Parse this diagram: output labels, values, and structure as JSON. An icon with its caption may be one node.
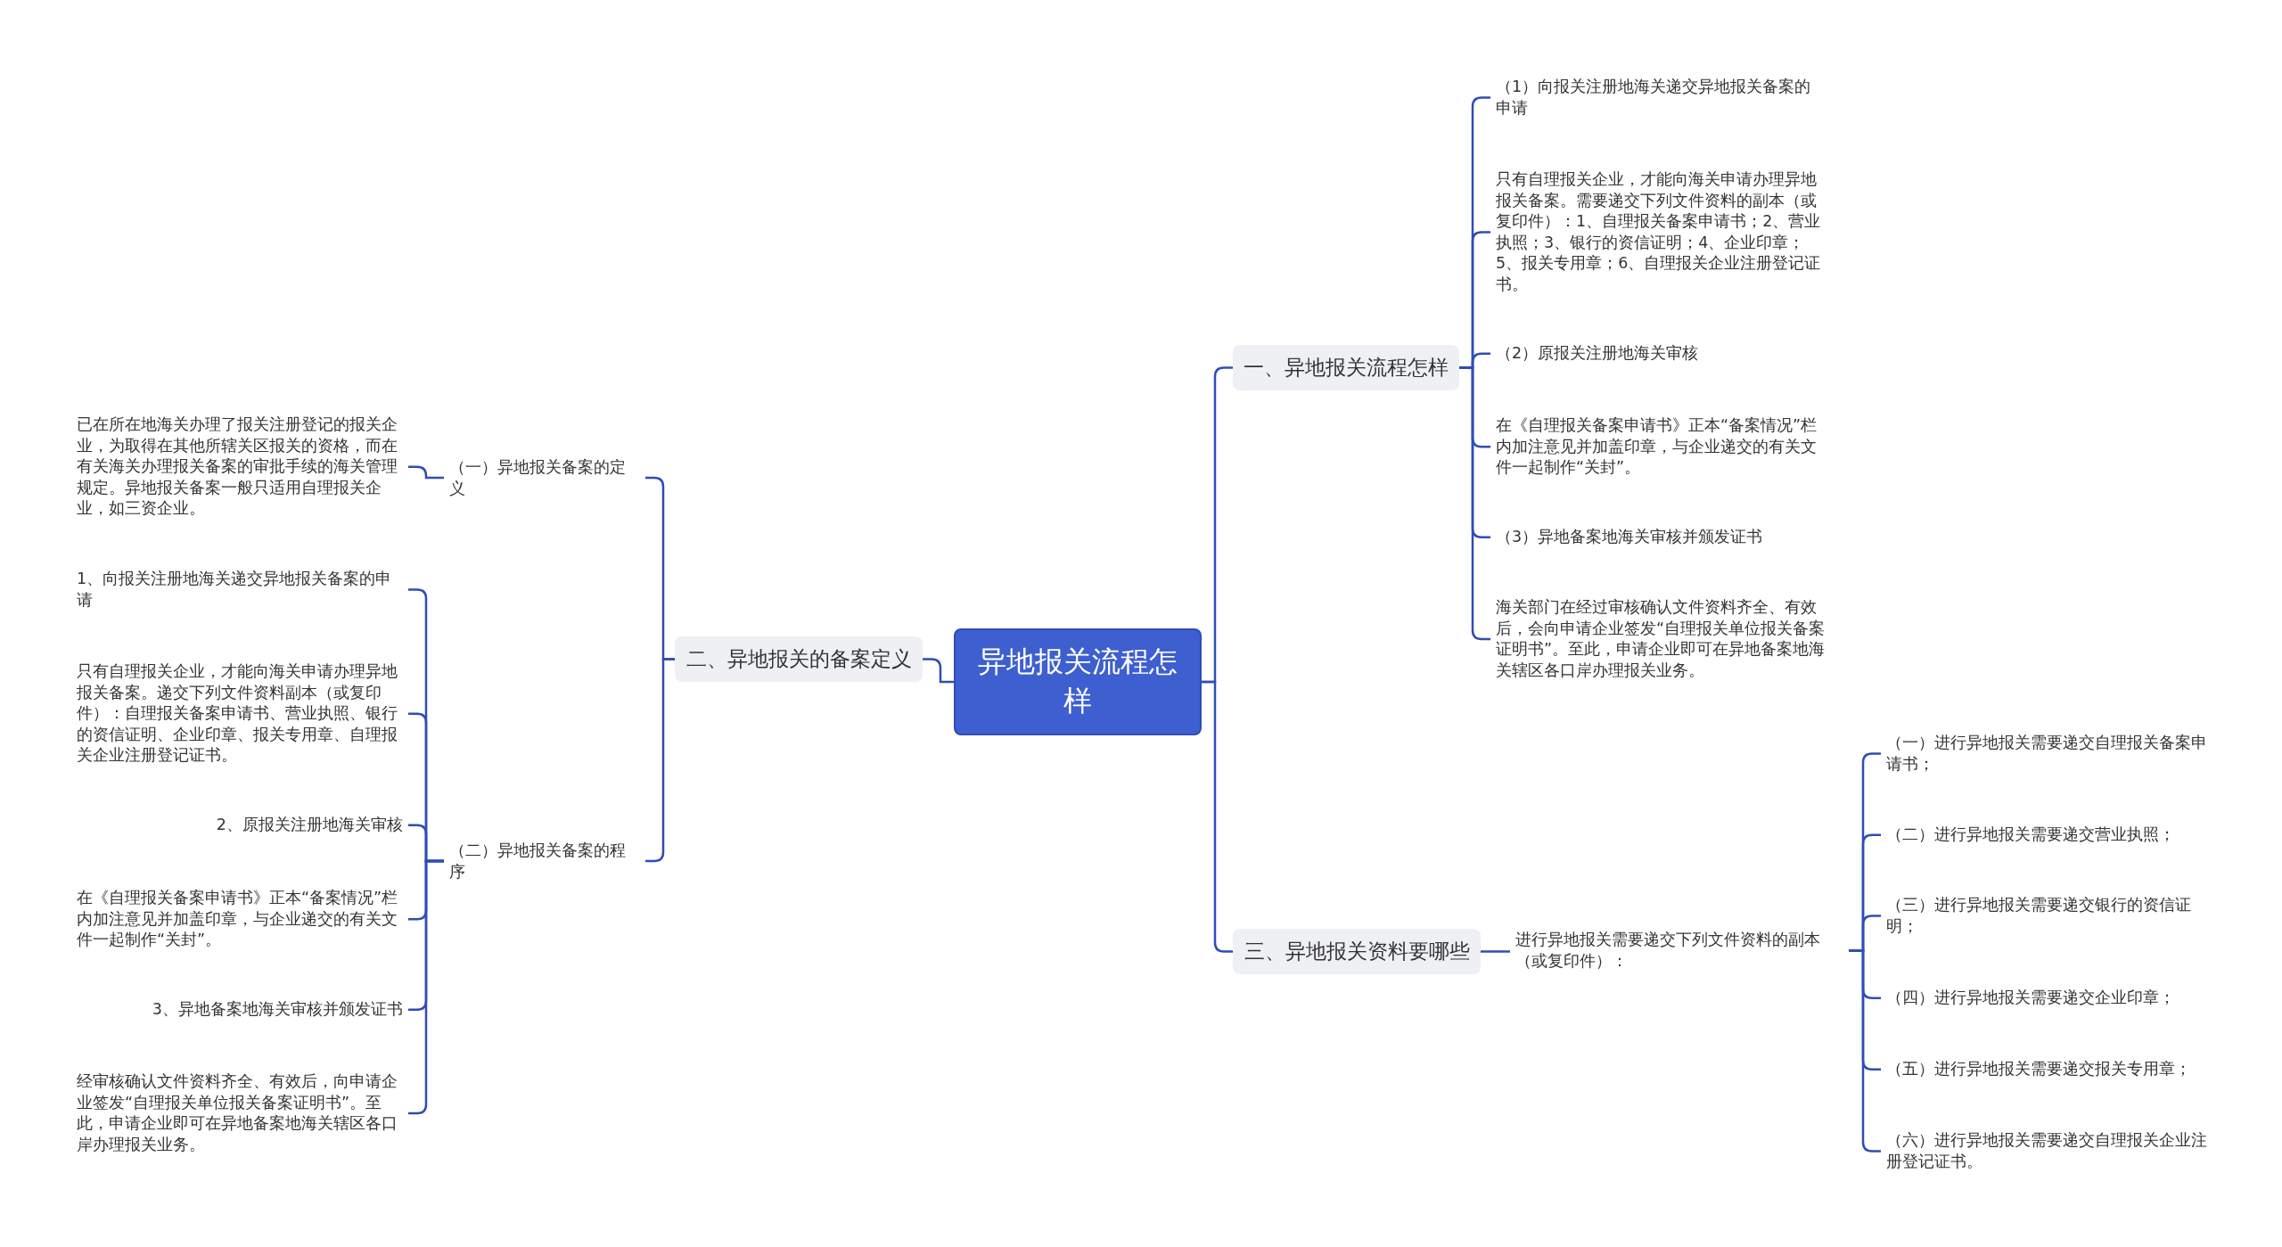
{
  "diagram": {
    "nodes": [
      {
        "text": [
          "异地报关流程怎样"
        ]
      },
      {
        "text": [
          "一、异地报关流程怎样"
        ]
      },
      {
        "text": [
          "（1）向报关注册地海关递交异地报关备案的申请"
        ]
      },
      {
        "text": [
          "只有自理报关企业，才能向海关申请办理异地报关备案。需要递交下列文件资料的副本（或复印件）：1、自理报关备案申请书；2、营业执照；3、银行的资信证明；4、企业印章；5、报关专用章；6、自理报关企业注册登记证书。"
        ]
      },
      {
        "text": [
          "（2）原报关注册地海关审核"
        ]
      },
      {
        "text": [
          "在《自理报关备案申请书》正本“备案情况”栏内加注意见并加盖印章，与企业递交的有关文件一起制作“关封”。"
        ]
      },
      {
        "text": [
          "（3）异地备案地海关审核并颁发证书"
        ]
      },
      {
        "text": [
          "海关部门在经过审核确认文件资料齐全、有效后，会向申请企业签发“自理报关单位报关备案证明书”。至此，申请企业即可在异地备案地海关辖区各口岸办理报关业务。"
        ]
      },
      {
        "text": [
          "三、异地报关资料要哪些"
        ]
      },
      {
        "text": [
          "进行异地报关需要递交下列文件资料的副本（或复印件）："
        ]
      },
      {
        "text": [
          "（一）进行异地报关需要递交自理报关备案申请书；"
        ]
      },
      {
        "text": [
          "（二）进行异地报关需要递交营业执照；"
        ]
      },
      {
        "text": [
          "（三）进行异地报关需要递交银行的资信证明；"
        ]
      },
      {
        "text": [
          "（四）进行异地报关需要递交企业印章；"
        ]
      },
      {
        "text": [
          "（五）进行异地报关需要递交报关专用章；"
        ]
      },
      {
        "text": [
          "（六）进行异地报关需要递交自理报关企业注册登记证书。"
        ]
      },
      {
        "text": [
          "二、异地报关的备案定义"
        ]
      },
      {
        "text": [
          "（一）异地报关备案的定义"
        ]
      },
      {
        "text": [
          "已在所在地海关办理了报关注册登记的报关企业，为取得在其他所辖关区报关的资格，而在有关海关办理报关备案的审批手续的海关管理规定。异地报关备案一般只适用自理报关企业，如三资企业。"
        ]
      },
      {
        "text": [
          "（二）异地报关备案的程序"
        ]
      },
      {
        "text": [
          "1、向报关注册地海关递交异地报关备案的申请"
        ]
      },
      {
        "text": [
          "只有自理报关企业，才能向海关申请办理异地报关备案。递交下列文件资料副本（或复印件）：自理报关备案申请书、营业执照、银行的资信证明、企业印章、报关专用章、自理报关企业注册登记证书。"
        ]
      },
      {
        "text": [
          "2、原报关注册地海关审核"
        ]
      },
      {
        "text": [
          "在《自理报关备案申请书》正本“备案情况”栏内加注意见并加盖印章，与企业递交的有关文件一起制作“关封”。"
        ]
      },
      {
        "text": [
          "3、异地备案地海关审核并颁发证书"
        ]
      },
      {
        "text": [
          "经审核确认文件资料齐全、有效后，向申请企业签发“自理报关单位报关备案证明书”。至此，申请企业即可在异地备案地海关辖区各口岸办理报关业务。"
        ]
      }
    ],
    "edges": [
      {
        "from": 0,
        "to": 1,
        "arrow": "none"
      },
      {
        "from": 1,
        "to": 2,
        "arrow": "none"
      },
      {
        "from": 1,
        "to": 3,
        "arrow": "none"
      },
      {
        "from": 1,
        "to": 4,
        "arrow": "none"
      },
      {
        "from": 1,
        "to": 5,
        "arrow": "none"
      },
      {
        "from": 1,
        "to": 6,
        "arrow": "none"
      },
      {
        "from": 1,
        "to": 7,
        "arrow": "none"
      },
      {
        "from": 0,
        "to": 8,
        "arrow": "none"
      },
      {
        "from": 8,
        "to": 9,
        "arrow": "none"
      },
      {
        "from": 9,
        "to": 10,
        "arrow": "none"
      },
      {
        "from": 9,
        "to": 11,
        "arrow": "none"
      },
      {
        "from": 9,
        "to": 12,
        "arrow": "none"
      },
      {
        "from": 9,
        "to": 13,
        "arrow": "none"
      },
      {
        "from": 9,
        "to": 14,
        "arrow": "none"
      },
      {
        "from": 9,
        "to": 15,
        "arrow": "none"
      },
      {
        "from": 0,
        "to": 16,
        "arrow": "none"
      },
      {
        "from": 16,
        "to": 17,
        "arrow": "none"
      },
      {
        "from": 17,
        "to": 18,
        "arrow": "none"
      },
      {
        "from": 16,
        "to": 19,
        "arrow": "none"
      },
      {
        "from": 19,
        "to": 20,
        "arrow": "none"
      },
      {
        "from": 19,
        "to": 21,
        "arrow": "none"
      },
      {
        "from": 19,
        "to": 22,
        "arrow": "none"
      },
      {
        "from": 19,
        "to": 23,
        "arrow": "none"
      },
      {
        "from": 19,
        "to": 24,
        "arrow": "none"
      },
      {
        "from": 19,
        "to": 25,
        "arrow": "none"
      }
    ]
  }
}
